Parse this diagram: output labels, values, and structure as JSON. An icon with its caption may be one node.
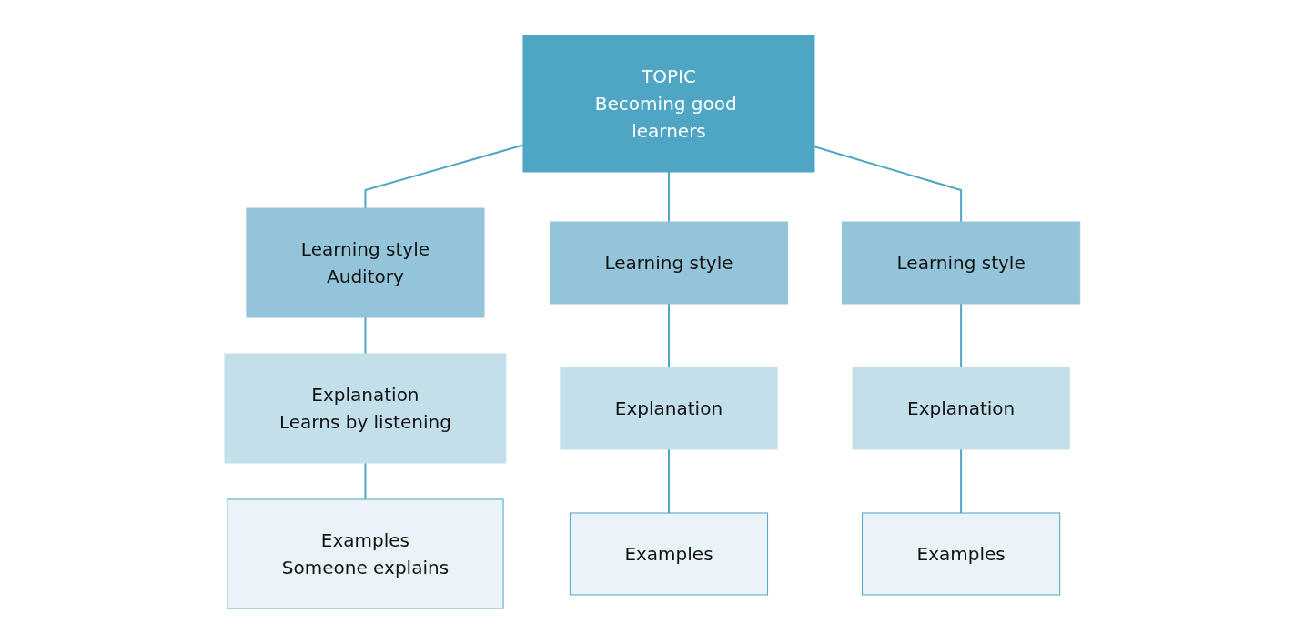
{
  "diagram": {
    "nodes": [
      {
        "text": [
          "TOPIC",
          "Becoming good learners"
        ]
      },
      {
        "text": [
          "Learning style",
          "Auditory"
        ]
      },
      {
        "text": [
          "Learning style"
        ]
      },
      {
        "text": [
          "Learning style"
        ]
      },
      {
        "text": [
          "Explanation",
          "Learns by listening"
        ]
      },
      {
        "text": [
          "Explanation"
        ]
      },
      {
        "text": [
          "Explanation"
        ]
      },
      {
        "text": [
          "Examples",
          "Someone explains"
        ]
      },
      {
        "text": [
          "Examples"
        ]
      },
      {
        "text": [
          "Examples"
        ]
      }
    ],
    "edges": [
      {
        "from": 0,
        "to": 1,
        "arrow": "none"
      },
      {
        "from": 0,
        "to": 2,
        "arrow": "none"
      },
      {
        "from": 0,
        "to": 3,
        "arrow": "none"
      },
      {
        "from": 1,
        "to": 4,
        "arrow": "none"
      },
      {
        "from": 2,
        "to": 5,
        "arrow": "none"
      },
      {
        "from": 3,
        "to": 6,
        "arrow": "none"
      },
      {
        "from": 4,
        "to": 7,
        "arrow": "none"
      },
      {
        "from": 5,
        "to": 8,
        "arrow": "none"
      },
      {
        "from": 6,
        "to": 9,
        "arrow": "none"
      }
    ]
  }
}
